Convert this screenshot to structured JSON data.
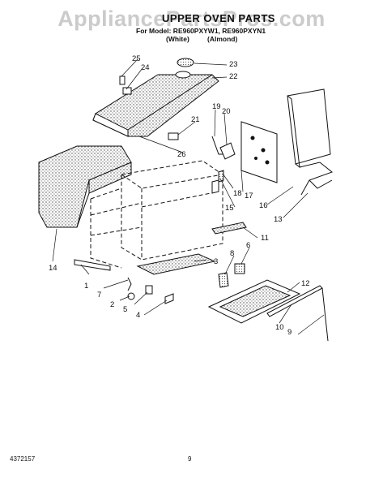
{
  "header": {
    "watermark": "AppliancePartsPros.com",
    "title": "UPPER OVEN PARTS",
    "model_line": "For Model: RE960PXYW1, RE960PXYN1",
    "variants": [
      "(White)",
      "(Almond)"
    ]
  },
  "callouts": [
    "1",
    "2",
    "3",
    "4",
    "5",
    "6",
    "7",
    "8",
    "9",
    "10",
    "11",
    "12",
    "13",
    "14",
    "15",
    "16",
    "17",
    "18",
    "19",
    "20",
    "21",
    "22",
    "23",
    "24",
    "25",
    "26"
  ],
  "footer": {
    "doc_number": "4372157",
    "page_number": "9"
  }
}
